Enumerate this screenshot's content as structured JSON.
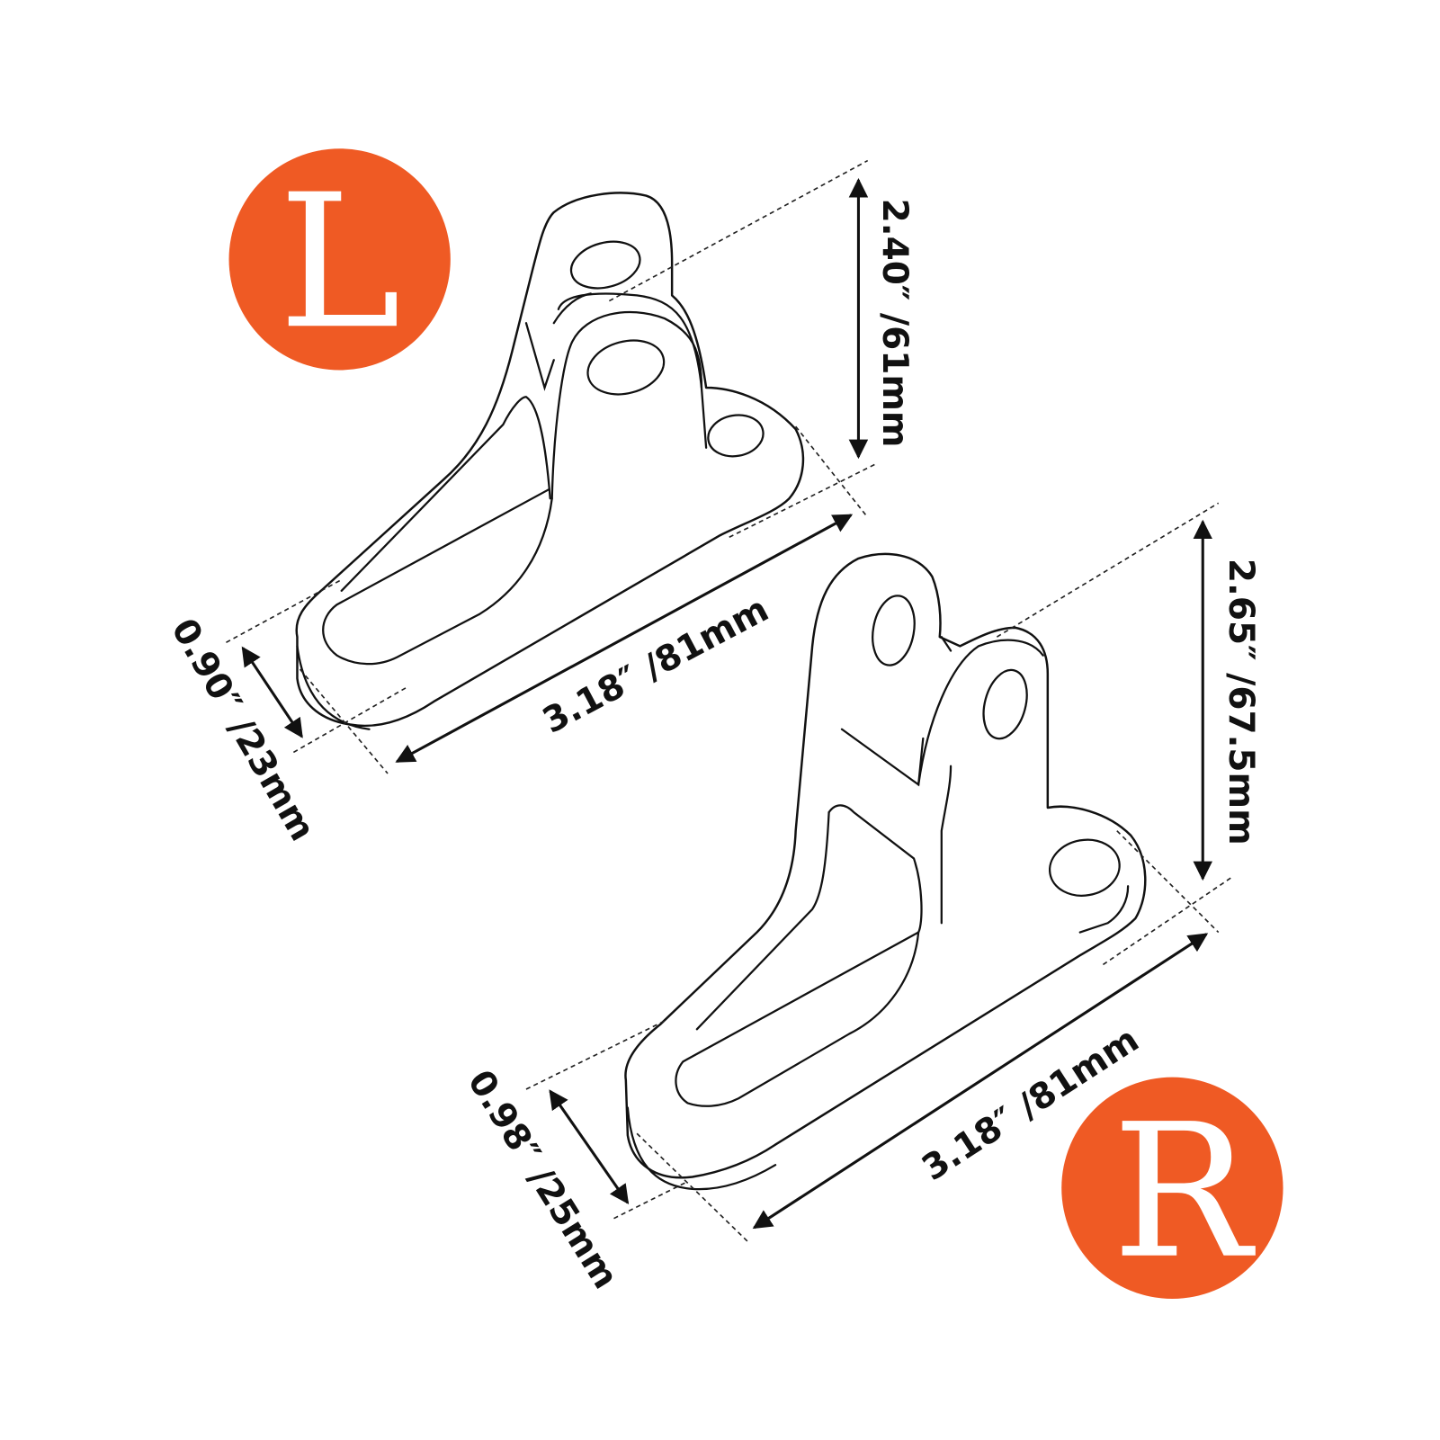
{
  "colors": {
    "badge": "#EF5A24",
    "line": "#111111",
    "background": "#ffffff"
  },
  "left_part": {
    "badge": "L",
    "height": "2.40″  /61mm",
    "length": "3.18″  /81mm",
    "width": "0.90″  /23mm"
  },
  "right_part": {
    "badge": "R",
    "height": "2.65″  /67.5mm",
    "length": "3.18″  /81mm",
    "width": "0.98″  /25mm"
  }
}
